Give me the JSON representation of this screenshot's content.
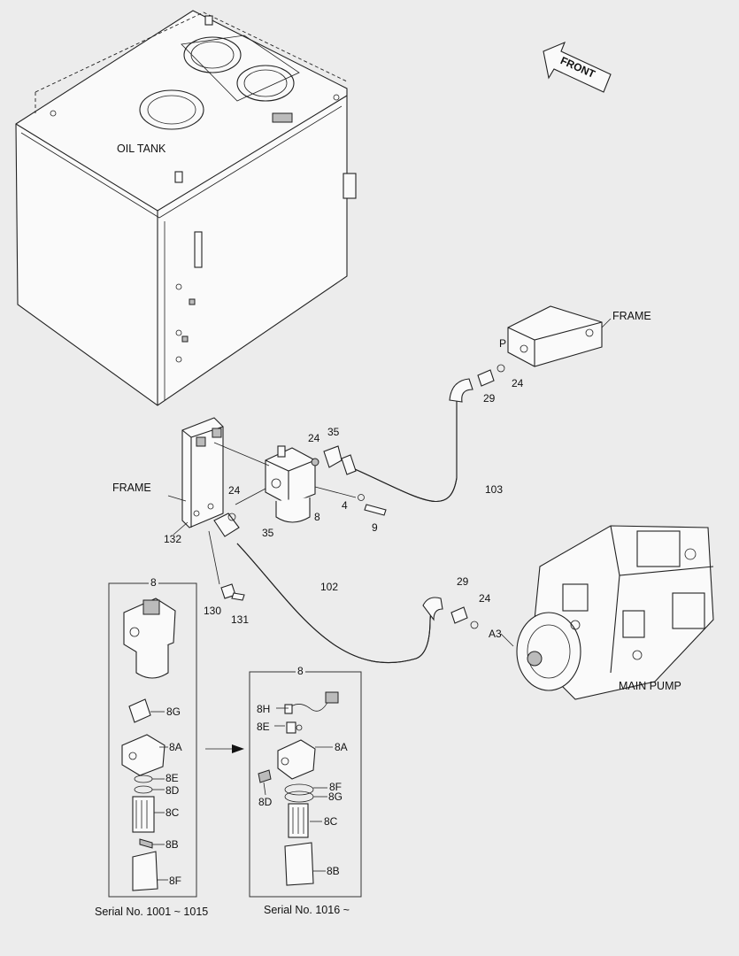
{
  "labels": {
    "front": "FRONT",
    "oil_tank": "OIL TANK",
    "frame_right": "FRAME",
    "frame_left": "FRAME",
    "main_pump": "MAIN PUMP",
    "serial_old": "Serial No. 1001 ~ 1015",
    "serial_new": "Serial No. 1016 ~"
  },
  "callouts": {
    "p": "P",
    "n24_top": "24",
    "n29_top": "29",
    "n24_mid": "24",
    "n35_mid": "35",
    "n24_left": "24",
    "n35_left": "35",
    "n103": "103",
    "n4": "4",
    "n8_main": "8",
    "n9": "9",
    "n132": "132",
    "n102": "102",
    "n29_low": "29",
    "n24_low": "24",
    "a3": "A3",
    "n130": "130",
    "n131": "131",
    "box_old_8": "8",
    "box_new_8": "8",
    "old_8g": "8G",
    "old_8a": "8A",
    "old_8e": "8E",
    "old_8d": "8D",
    "old_8c": "8C",
    "old_8b": "8B",
    "old_8f": "8F",
    "new_8h": "8H",
    "new_8e": "8E",
    "new_8a": "8A",
    "new_8f": "8F",
    "new_8g": "8G",
    "new_8d": "8D",
    "new_8c": "8C",
    "new_8b": "8B"
  }
}
